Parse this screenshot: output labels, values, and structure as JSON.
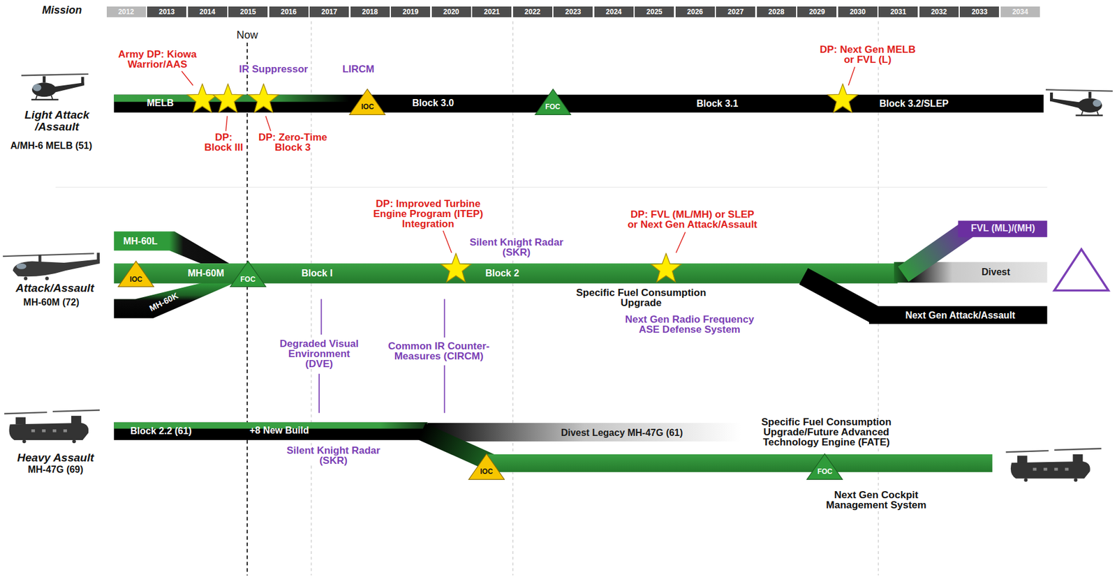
{
  "diagram": {
    "nodes": [
      {
        "text": [
          "MELB",
          "Block 3.0",
          "Block 3.1",
          "Block 3.2/SLEP"
        ]
      },
      {
        "text": [
          "IOC"
        ]
      },
      {
        "text": [
          "FOC"
        ]
      },
      {
        "text": [
          "MH-60L"
        ]
      },
      {
        "text": [
          "MH-60M",
          "Block I",
          "Block 2"
        ]
      },
      {
        "text": [
          "MH-60K"
        ]
      },
      {
        "text": [
          "IOC"
        ]
      },
      {
        "text": [
          "FOC"
        ]
      },
      {
        "text": [
          "FVL (ML)/(MH)"
        ]
      },
      {
        "text": [
          "Divest"
        ]
      },
      {
        "text": [
          "Next Gen Attack/Assault"
        ]
      },
      {
        "text": [
          "Block 2.2 (61)",
          "+8 New Build"
        ]
      },
      {
        "text": [
          "Divest Legacy MH-47G (61)"
        ]
      },
      {
        "text": [
          "IOC"
        ]
      },
      {
        "text": [
          "FOC"
        ]
      }
    ],
    "labels": [
      "Mission",
      "2012",
      "2013",
      "2014",
      "2015",
      "2016",
      "2017",
      "2018",
      "2019",
      "2020",
      "2021",
      "2022",
      "2023",
      "2024",
      "2025",
      "2026",
      "2027",
      "2028",
      "2029",
      "2030",
      "2031",
      "2032",
      "2033",
      "2034",
      "Now",
      "Army DP: Kiowa Warrior/AAS",
      "IR Suppressor",
      "LIRCM",
      "DP: Next Gen MELB or FVL (L)",
      "Light Attack /Assault",
      "A/MH-6 MELB (51)",
      "DP: Block III",
      "DP: Zero-Time Block 3",
      "DP: Improved Turbine Engine Program (ITEP) Integration",
      "DP: FVL (ML/MH) or SLEP or Next Gen Attack/Assault",
      "Silent Knight Radar (SKR)",
      "Attack/Assault",
      "MH-60M (72)",
      "Specific Fuel Consumption Upgrade",
      "Next Gen Radio Frequency ASE Defense System",
      "Degraded Visual Environment (DVE)",
      "Common IR Counter-Measures (CIRCM)",
      "Specific Fuel Consumption Upgrade/Future Advanced Technology Engine (FATE)",
      "Silent Knight Radar (SKR)",
      "Heavy Assault",
      "MH-47G (69)",
      "Next Gen Cockpit Management System"
    ]
  }
}
